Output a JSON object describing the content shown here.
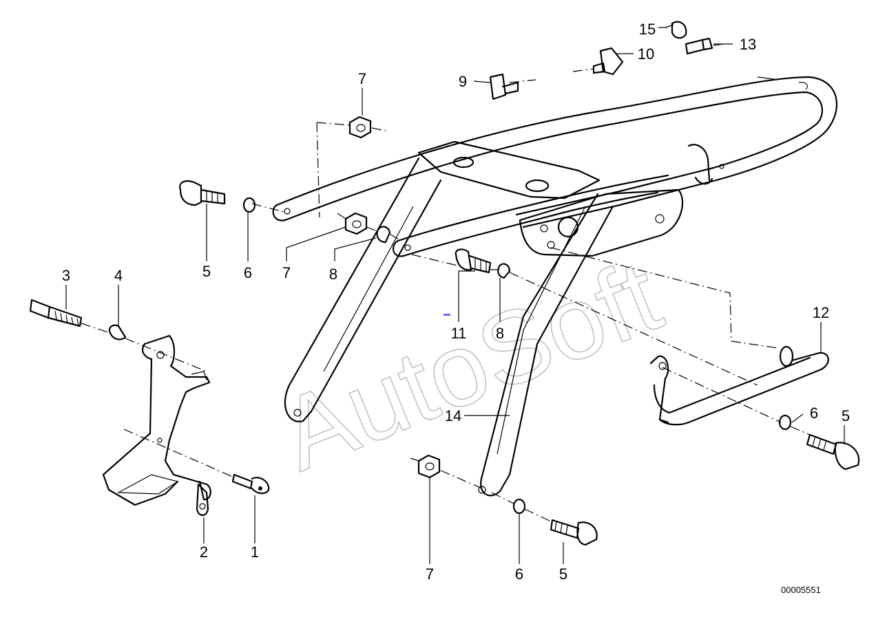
{
  "watermark": "AutoSoft",
  "document_number": "00005551",
  "callouts": [
    "1",
    "2",
    "3",
    "4",
    "5",
    "5",
    "5",
    "6",
    "6",
    "6",
    "7",
    "7",
    "7",
    "8",
    "8",
    "9",
    "10",
    "11",
    "12",
    "13",
    "14",
    "15"
  ]
}
